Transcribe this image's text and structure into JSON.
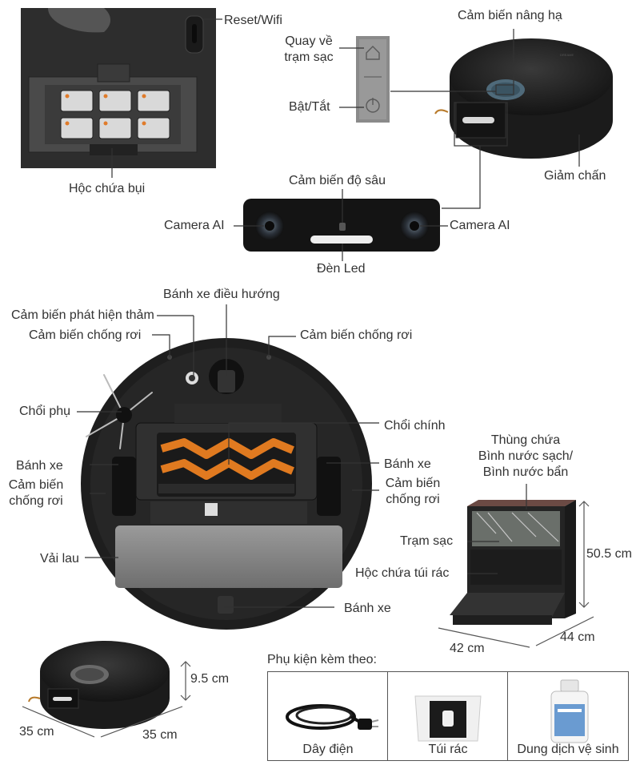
{
  "labels": {
    "reset_wifi": "Reset/Wifi",
    "return_dock": "Quay về\ntrạm sạc",
    "power": "Bật/Tắt",
    "lift_sensor": "Cảm biến nâng hạ",
    "bumper": "Giảm chấn",
    "dustbin": "Hộc chứa bụi",
    "depth_sensor": "Cảm biến độ sâu",
    "camera_left": "Camera AI",
    "camera_right": "Camera AI",
    "led": "Đèn Led",
    "nav_wheel": "Bánh xe điều hướng",
    "carpet_sensor": "Cảm biến phát hiện thảm",
    "cliff_sensor_left": "Cảm biến chống rơi",
    "cliff_sensor_right": "Cảm biến chống rơi",
    "side_brush": "Chổi phụ",
    "main_brush": "Chổi chính",
    "wheel_left": "Bánh xe",
    "wheel_right": "Bánh xe",
    "cliff_side_left": "Cảm biến\nchống rơi",
    "cliff_side_right": "Cảm biến\nchống rơi",
    "mop_pad": "Vải lau",
    "wheel_rear": "Bánh xe",
    "tank": "Thùng chứa\nBình nước sạch/\nBình nước bẩn",
    "charging_station": "Trạm sạc",
    "bag_compartment": "Hộc chứa túi rác"
  },
  "dimensions": {
    "station_height": "50.5 cm",
    "station_width": "42 cm",
    "station_depth": "44 cm",
    "robot_height": "9.5 cm",
    "robot_width": "35 cm",
    "robot_depth": "35 cm"
  },
  "accessories": {
    "title": "Phụ kiện kèm theo:",
    "items": [
      {
        "label": "Dây điện",
        "icon": "power-cord-icon"
      },
      {
        "label": "Túi rác",
        "icon": "trash-bag-icon"
      },
      {
        "label": "Dung dịch vệ sinh",
        "icon": "cleaning-solution-icon"
      }
    ]
  }
}
